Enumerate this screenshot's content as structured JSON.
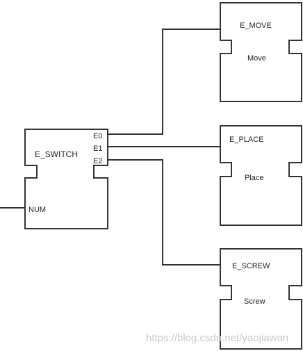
{
  "colors": {
    "line": "#333333",
    "text": "#222222",
    "watermark": "#c8c8c8",
    "background": "#ffffff"
  },
  "switch_block": {
    "name": "E_SWITCH",
    "outputs": [
      "E0",
      "E1",
      "E2"
    ],
    "input": "NUM"
  },
  "target_blocks": [
    {
      "event": "E_MOVE",
      "name": "Move"
    },
    {
      "event": "E_PLACE",
      "name": "Place"
    },
    {
      "event": "E_SCREW",
      "name": "Screw"
    }
  ],
  "watermark": "https://blog.csdn.net/yaojiawan"
}
